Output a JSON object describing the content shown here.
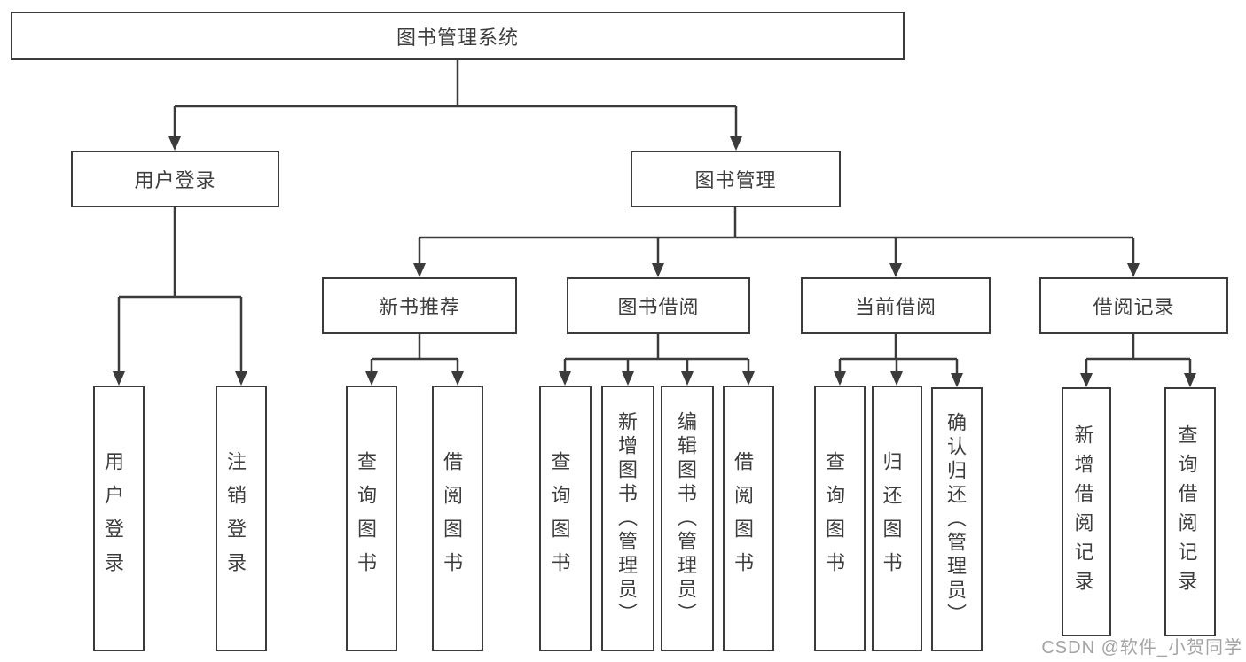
{
  "diagram_type": "functional-structure-tree",
  "colors": {
    "line": "#3b3b3b",
    "box_border": "#3b3b3b",
    "box_fill": "#ffffff",
    "text": "#3d3d3d",
    "background": "#ffffff",
    "watermark": "#9e9e9e"
  },
  "tree": {
    "root": {
      "label": "图书管理系统"
    },
    "branches": [
      {
        "label": "用户登录",
        "children": [
          {
            "label": "用户登录"
          },
          {
            "label": "注销登录"
          }
        ]
      },
      {
        "label": "图书管理",
        "children": [
          {
            "label": "新书推荐",
            "children": [
              {
                "label": "查询图书"
              },
              {
                "label": "借阅图书"
              }
            ]
          },
          {
            "label": "图书借阅",
            "children": [
              {
                "label": "查询图书"
              },
              {
                "label": "新增图书（管理员）"
              },
              {
                "label": "编辑图书（管理员）"
              },
              {
                "label": "借阅图书"
              }
            ]
          },
          {
            "label": "当前借阅",
            "children": [
              {
                "label": "查询图书"
              },
              {
                "label": "归还图书"
              },
              {
                "label": "确认归还（管理员）"
              }
            ]
          },
          {
            "label": "借阅记录",
            "children": [
              {
                "label": "新增借阅记录"
              },
              {
                "label": "查询借阅记录"
              }
            ]
          }
        ]
      }
    ]
  },
  "watermark": {
    "text": "CSDN @软件_小贺同学"
  }
}
